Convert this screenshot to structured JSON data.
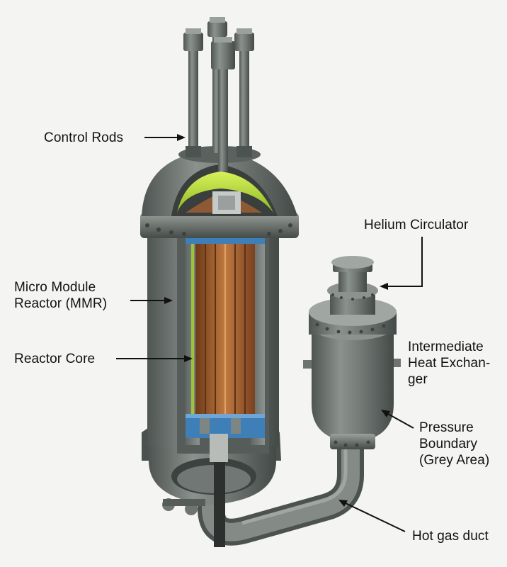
{
  "labels": {
    "control_rods": "Control Rods",
    "helium_circulator": "Helium Circulator",
    "micro_module_reactor": [
      "Micro Module",
      "Reactor (MMR)"
    ],
    "reactor_core": "Reactor Core",
    "intermediate_heat_exchanger": [
      "Intermediate",
      "Heat Exchan-",
      "ger"
    ],
    "pressure_boundary": [
      "Pressure",
      "Boundary",
      "(Grey Area)"
    ],
    "hot_gas_duct": "Hot gas duct"
  },
  "colors": {
    "background": "#f4f4f2",
    "steel": "#6e7571",
    "steel_dark": "#3f4542",
    "steel_light": "#a9afab",
    "core_fuel": "#9a5a2c",
    "core_fuel_light": "#c67d44",
    "reflector_blue": "#3f7fb8",
    "graphite_green": "#b8e03a",
    "annotation": "#111111"
  }
}
